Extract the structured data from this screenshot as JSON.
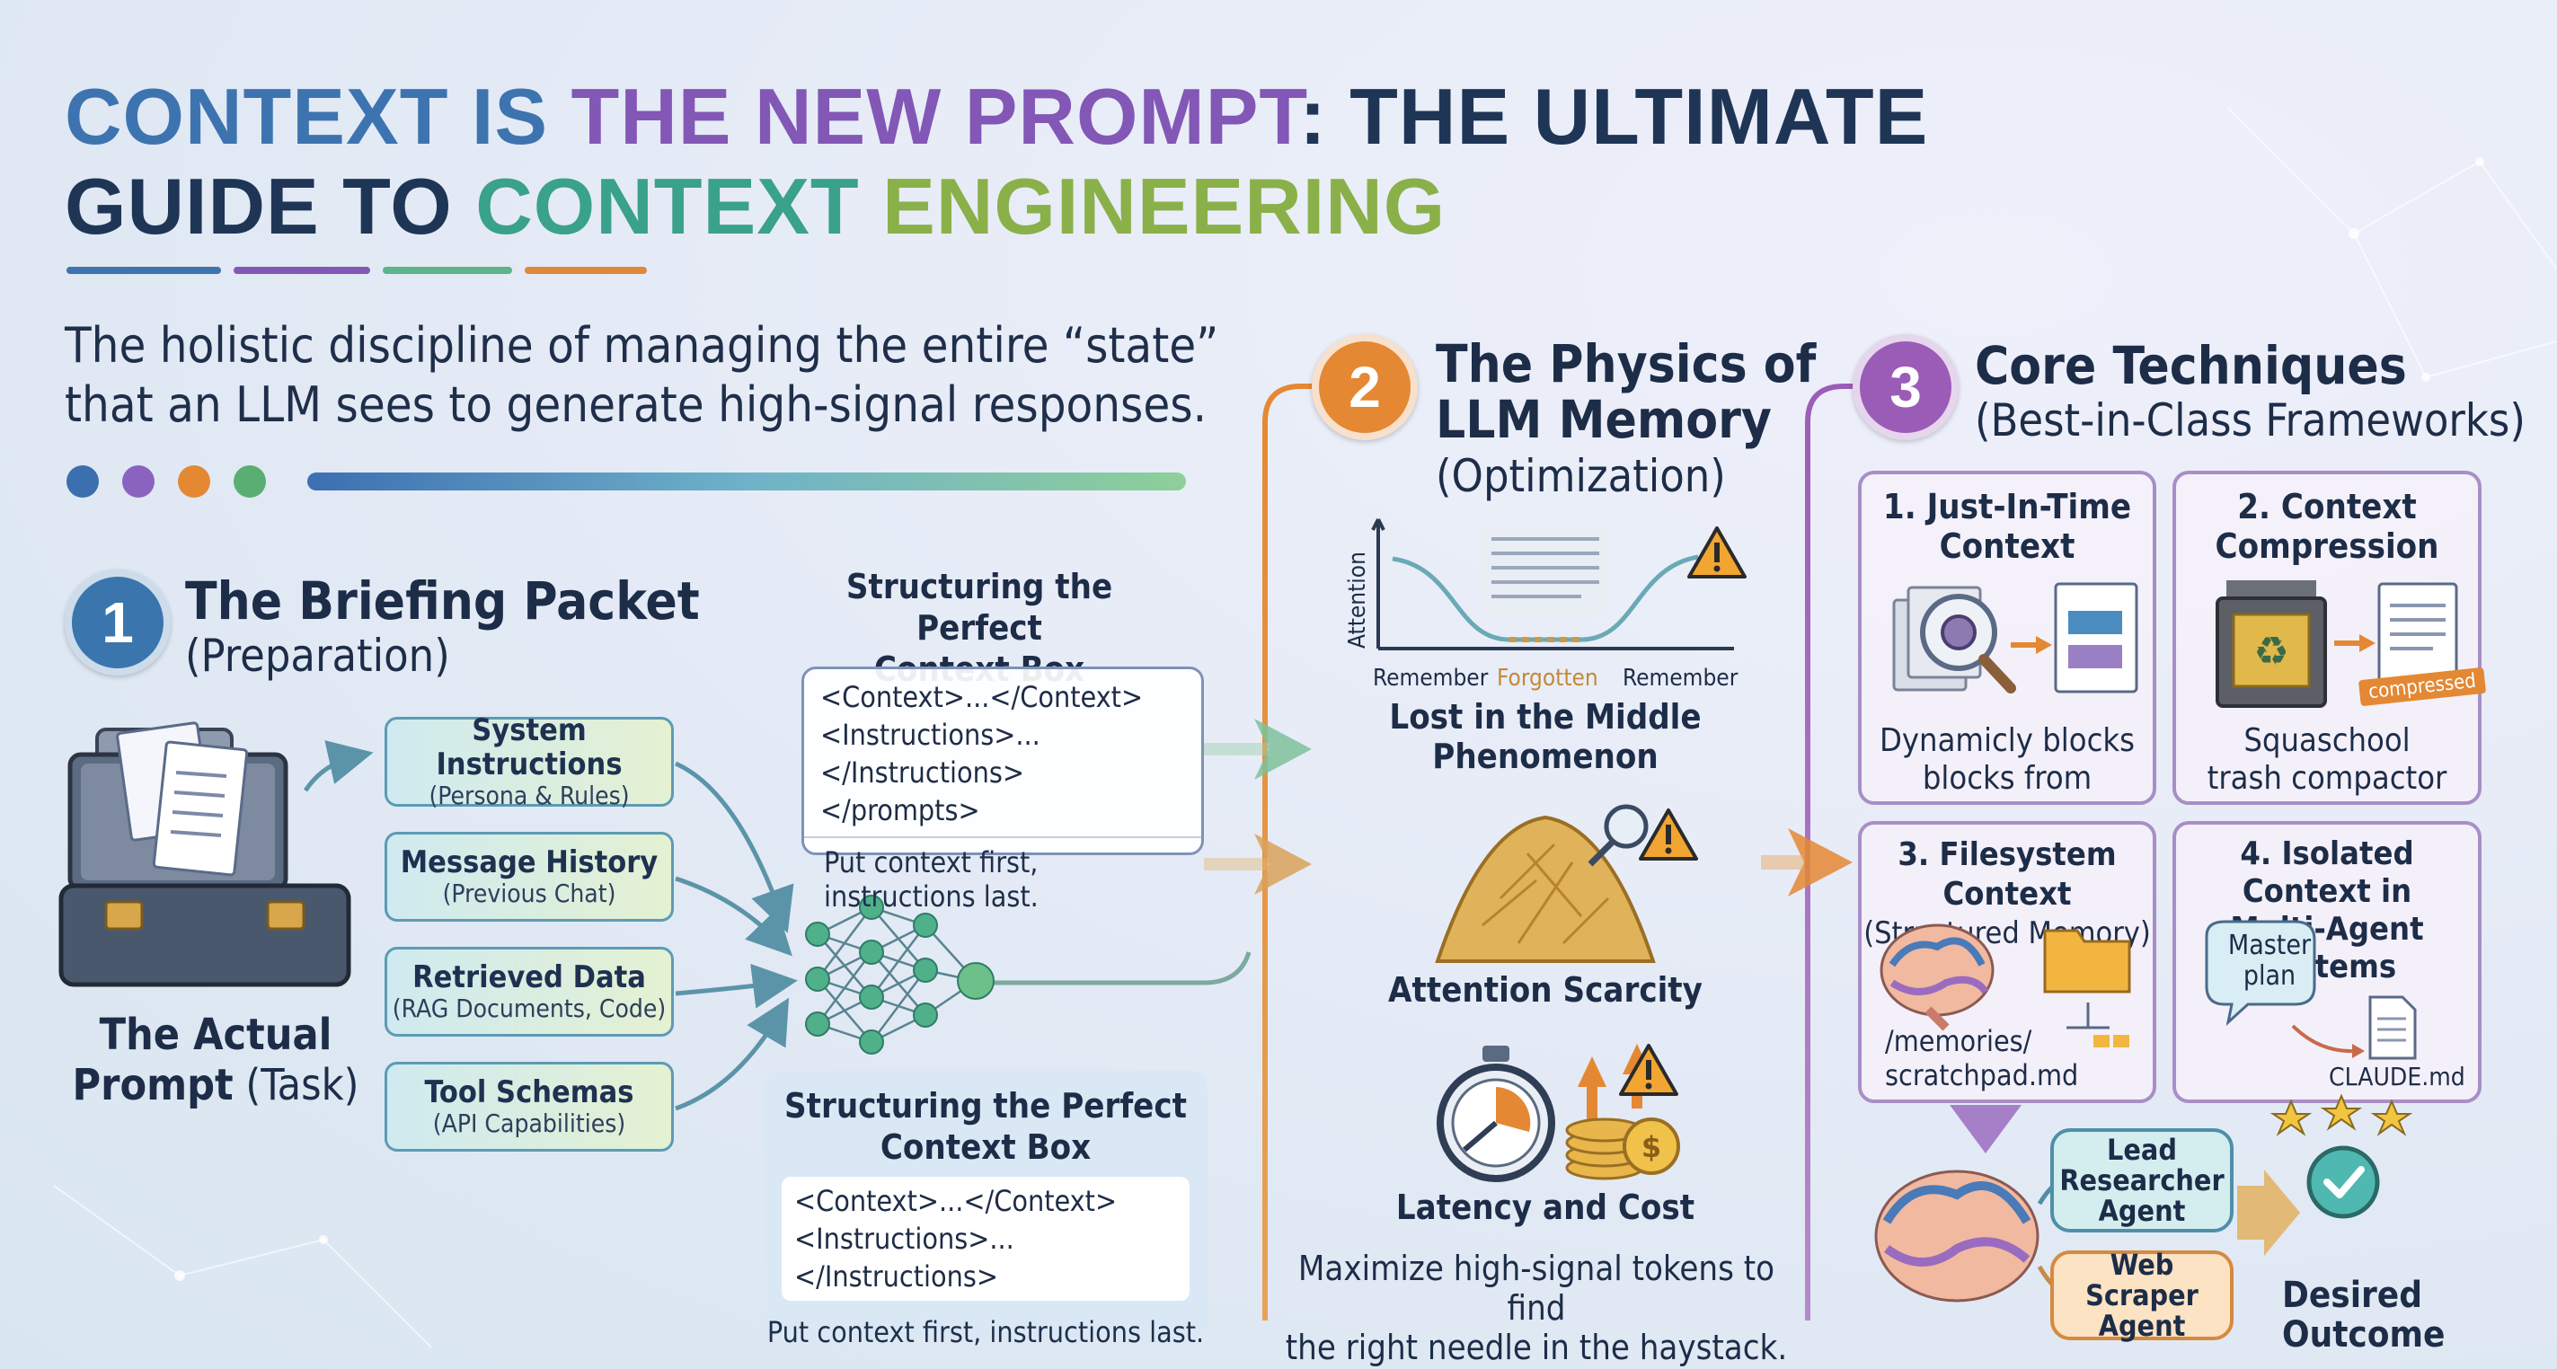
{
  "header": {
    "title_part1": "CONTEXT IS ",
    "title_part2": "THE NEW PROMPT",
    "title_part3": ": THE ULTIMATE",
    "title_part4": "GUIDE TO ",
    "title_part5": "CONTEXT ",
    "title_part6": "ENGINEERING",
    "subtitle_line1": "The holistic discipline of managing the entire “state”",
    "subtitle_line2": "that an LLM sees to generate high-signal responses."
  },
  "colors": {
    "blue": "#3d74b0",
    "purple": "#8257b5",
    "green": "#5bb48a",
    "orange": "#e0883a",
    "section1": "#3b75ad",
    "section2": "#e48834",
    "section3": "#9b5cb8"
  },
  "section1": {
    "number": "1",
    "title": "The Briefing Packet",
    "subtitle": "(Preparation)",
    "prompt_bold_1": "The Actual",
    "prompt_bold_2": "Prompt",
    "prompt_regular": " (Task)",
    "pills": [
      {
        "title": "System Instructions",
        "sub": "(Persona & Rules)"
      },
      {
        "title": "Message History",
        "sub": "(Previous Chat)"
      },
      {
        "title": "Retrieved Data",
        "sub": "(RAG Documents, Code)"
      },
      {
        "title": "Tool Schemas",
        "sub": "(API Capabilities)"
      }
    ],
    "box_top": {
      "heading_line1": "Structuring the Perfect",
      "heading_line2": "Context Box",
      "code1": "<Context>...</Context>",
      "code2": "<Instructions>...</Instructions>",
      "code3": "</prompts>",
      "footer": "Put context first, instructions last."
    },
    "box_bottom": {
      "heading_line1": "Structuring the Perfect",
      "heading_line2": "Context Box",
      "code1": "<Context>...</Context>",
      "code2": "<Instructions>...</Instructions>",
      "footer": "Put context first, instructions last."
    }
  },
  "section2": {
    "number": "2",
    "title_line1": "The Physics of",
    "title_line2": "LLM Memory",
    "subtitle": "(Optimization)",
    "chart": {
      "ylabel": "Attention",
      "x_left": "Remember",
      "x_mid": "Forgotten",
      "x_right": "Remember"
    },
    "item1_line1": "Lost in the Middle",
    "item1_line2": "Phenomenon",
    "item2": "Attention Scarcity",
    "item3": "Latency and Cost",
    "footer_line1": "Maximize high-signal tokens to find",
    "footer_line2": "the right needle in the haystack."
  },
  "section3": {
    "number": "3",
    "title": "Core Techniques",
    "subtitle": "(Best-in-Class Frameworks)",
    "card1": {
      "title_line1": "1. Just-In-Time",
      "title_line2": "Context",
      "sub_line1": "Dynamicly blocks",
      "sub_line2": "blocks from"
    },
    "card2": {
      "title_line1": "2. Context",
      "title_line2": "Compression",
      "sub_line1": "Squaschool",
      "sub_line2": "trash compactor",
      "tag": "compressed"
    },
    "card3": {
      "title_line1": "3. Filesystem Context",
      "sub_line1": "(Structured Memory)",
      "path_line1": "/memories/",
      "path_line2": "scratchpad.md"
    },
    "card4": {
      "title_line1": "4. Isolated Context in",
      "title_line2": "Multi-Agent Systems",
      "bubble_line1": "Master",
      "bubble_line2": "plan",
      "file": "CLAUDE.md"
    },
    "agent1_line1": "Lead",
    "agent1_line2": "Researcher",
    "agent1_line3": "Agent",
    "agent2_line1": "Web Scraper",
    "agent2_line2": "Agent",
    "outcome_line1": "Desired",
    "outcome_line2": "Outcome"
  }
}
